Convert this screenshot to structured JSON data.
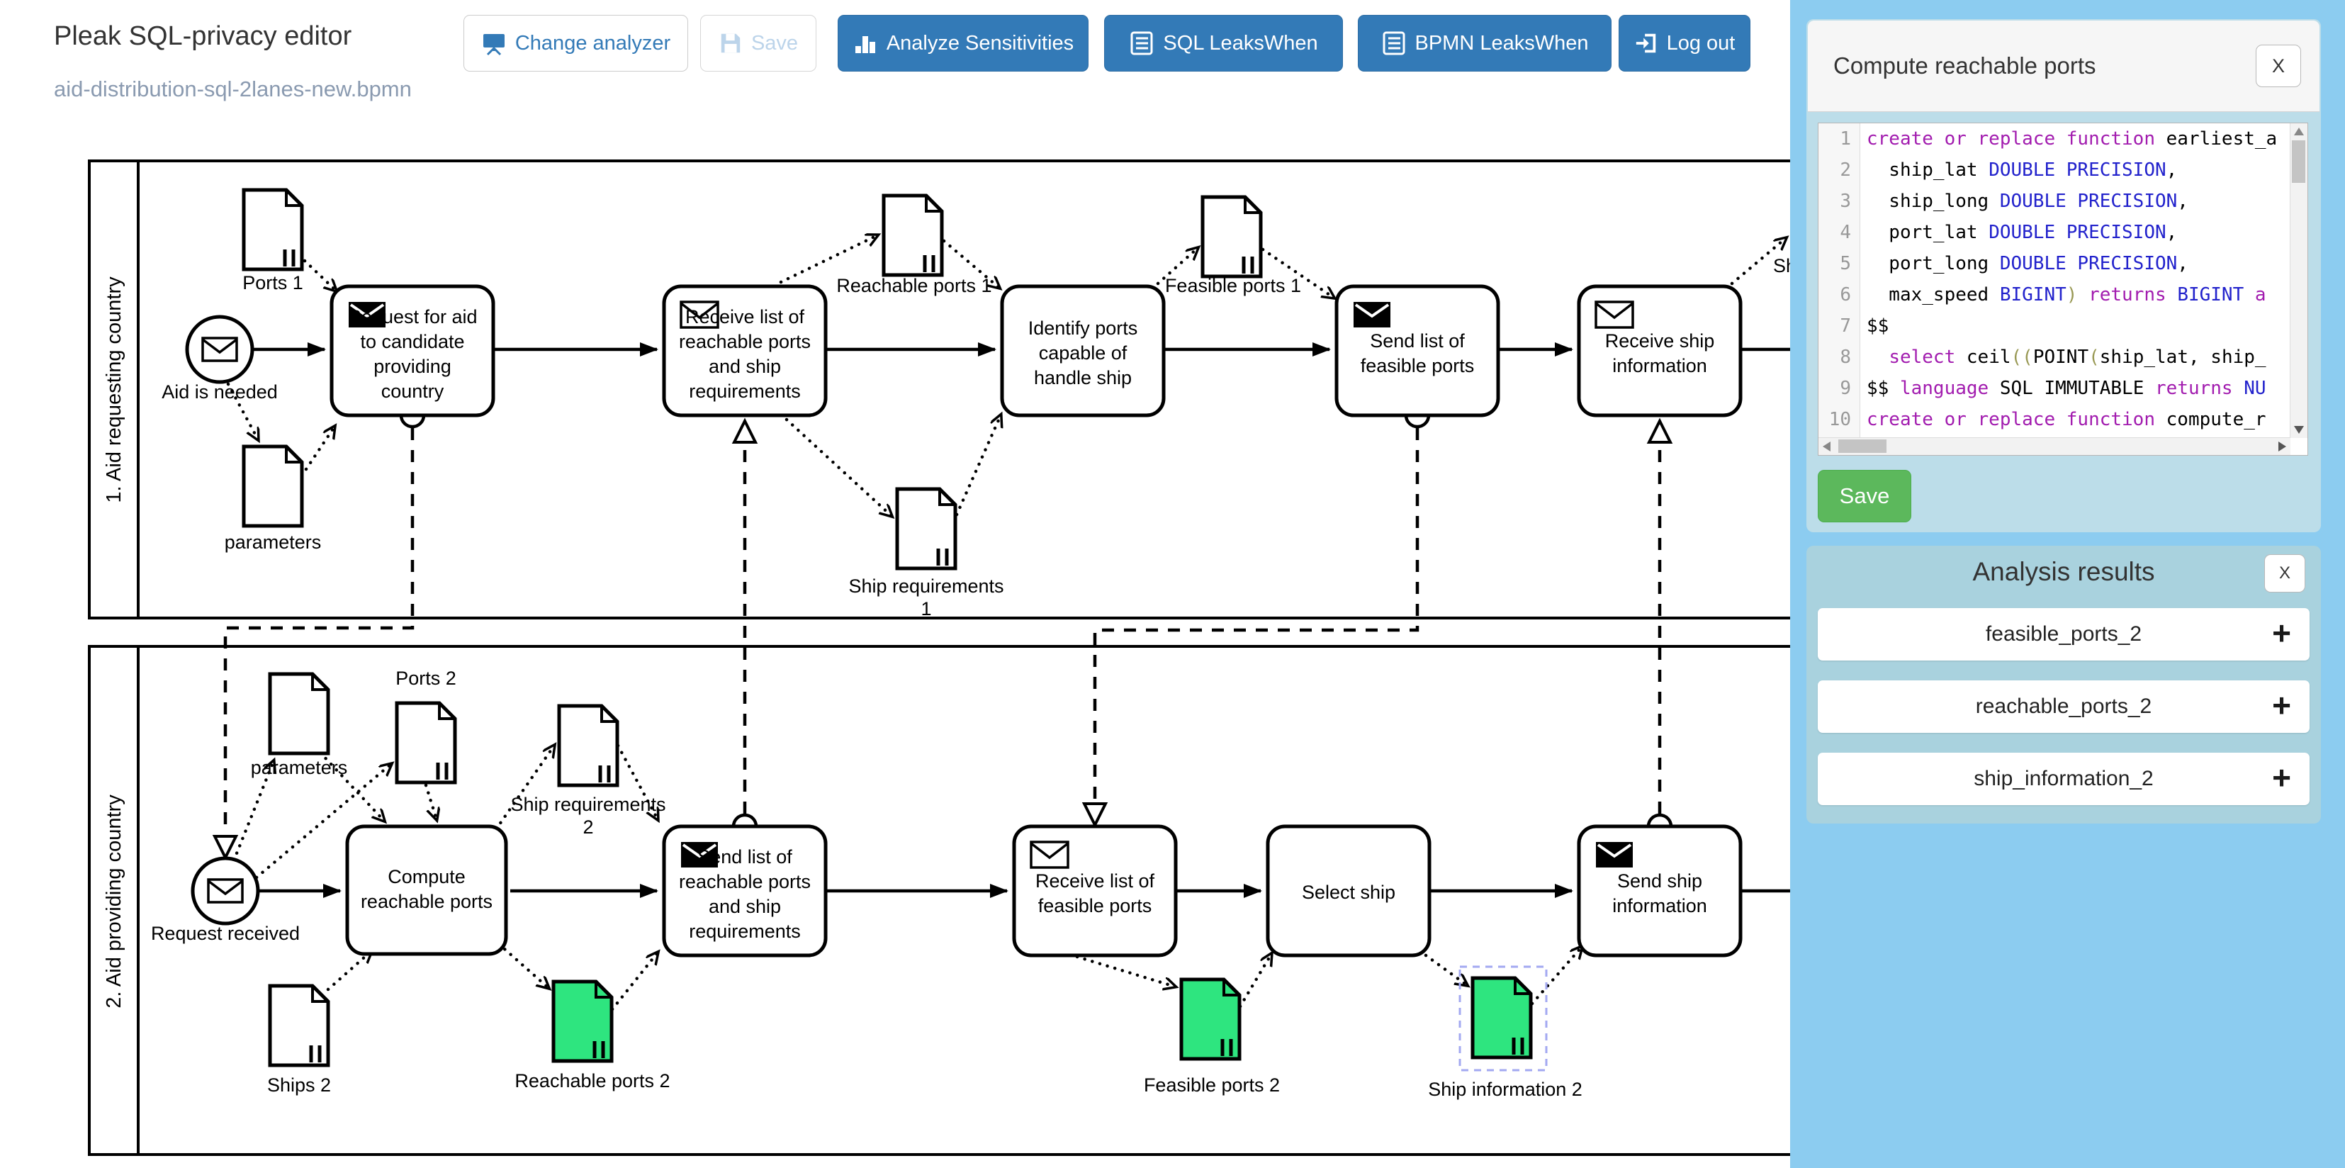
{
  "header": {
    "title": "Pleak SQL-privacy editor",
    "filename": "aid-distribution-sql-2lanes-new.bpmn",
    "buttons": {
      "change_analyzer": "Change analyzer",
      "save": "Save",
      "analyze": "Analyze Sensitivities",
      "sql_leaks": "SQL LeaksWhen",
      "bpmn_leaks": "BPMN LeaksWhen",
      "logout": "Log out"
    }
  },
  "diagram": {
    "lane1": {
      "label": "1. Aid requesting country",
      "start_label": "Aid is needed",
      "docs": {
        "ports1": "Ports 1",
        "parameters": "parameters",
        "reachable1": "Reachable ports 1",
        "shipreq1": [
          "Ship requirements",
          "1"
        ],
        "feasible1": "Feasible ports 1",
        "hidden": "Sh"
      },
      "tasks": {
        "request": {
          "lines": [
            "Request for aid",
            "to candidate",
            "providing",
            "country"
          ]
        },
        "receive_list": {
          "lines": [
            "Receive list of",
            "reachable ports",
            "and ship",
            "requirements"
          ]
        },
        "identify": {
          "lines": [
            "Identify ports",
            "capable of",
            "handle ship"
          ]
        },
        "send_feasible": {
          "lines": [
            "Send list of",
            "feasible ports"
          ]
        },
        "receive_ship": {
          "lines": [
            "Receive ship",
            "information"
          ]
        }
      }
    },
    "lane2": {
      "label": "2. Aid providing country",
      "start_label": "Request received",
      "docs": {
        "parameters2": "parameters",
        "ports2": "Ports 2",
        "ships2": "Ships 2",
        "shipreq2": [
          "Ship requirements",
          "2"
        ],
        "reachable2": "Reachable ports 2",
        "feasible2": "Feasible ports 2",
        "shipinfo2": "Ship information 2"
      },
      "tasks": {
        "compute": {
          "lines": [
            "Compute",
            "reachable ports"
          ]
        },
        "send_list": {
          "lines": [
            "Send list of",
            "reachable ports",
            "and ship",
            "requirements"
          ]
        },
        "receive_feasible": {
          "lines": [
            "Receive list of",
            "feasible ports"
          ]
        },
        "select_ship": {
          "lines": [
            "Select ship"
          ]
        },
        "send_ship": {
          "lines": [
            "Send ship",
            "information"
          ]
        }
      }
    }
  },
  "panel": {
    "title": "Compute reachable ports",
    "close": "X",
    "save": "Save",
    "code": {
      "lines": [
        {
          "n": "1",
          "tokens": [
            "create or replace function",
            " earliest_a"
          ]
        },
        {
          "n": "2",
          "tokens": [
            "  ship_lat ",
            "DOUBLE PRECISION",
            ","
          ]
        },
        {
          "n": "3",
          "tokens": [
            "  ship_long ",
            "DOUBLE PRECISION",
            ","
          ]
        },
        {
          "n": "4",
          "tokens": [
            "  port_lat ",
            "DOUBLE PRECISION",
            ","
          ]
        },
        {
          "n": "5",
          "tokens": [
            "  port_long ",
            "DOUBLE PRECISION",
            ","
          ]
        },
        {
          "n": "6",
          "tokens": [
            "  max_speed ",
            "BIGINT",
            ")",
            " ",
            "returns",
            " ",
            "BIGINT",
            " a"
          ]
        },
        {
          "n": "7",
          "tokens": [
            "$$"
          ]
        },
        {
          "n": "8",
          "tokens": [
            "  ",
            "select",
            " ceil",
            "((",
            "POINT",
            "(",
            "ship_lat, ship_"
          ]
        },
        {
          "n": "9",
          "tokens": [
            "$$ ",
            "language",
            " SQL IMMUTABLE ",
            "returns",
            " NU"
          ]
        },
        {
          "n": "10",
          "tokens": [
            "create or replace function",
            " compute_r"
          ]
        }
      ]
    }
  },
  "analysis": {
    "title": "Analysis results",
    "close": "X",
    "expand": "+",
    "items": [
      {
        "name": "feasible_ports_2"
      },
      {
        "name": "reachable_ports_2"
      },
      {
        "name": "ship_information_2"
      }
    ]
  },
  "colors": {
    "accent_blue": "#337ab7",
    "save_green": "#5cb85c",
    "data_object_green": "#2ee57f",
    "sidebar_blue": "#8cccf0",
    "panel_blue": "#bcdde9",
    "analysis_blue": "#a9d2de",
    "selection_lavender": "#a3a9f1",
    "keyword_purple": "#a21caf",
    "type_blue": "#2222cc"
  }
}
